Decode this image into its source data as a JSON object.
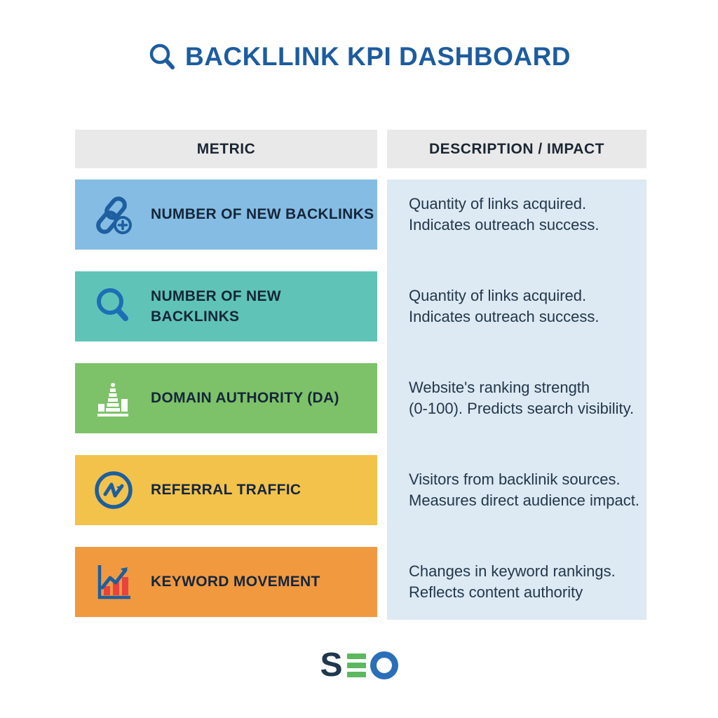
{
  "title": {
    "text": "BACKLLINK KPI DASHBOARD",
    "color": "#1d5c9e"
  },
  "table": {
    "header_bg": "#e9e9e9",
    "description_panel_color": "#dde9f3",
    "headers": {
      "metric": "METRIC",
      "description": "DESCRIPTION / IMPACT"
    },
    "rows": [
      {
        "icon": "link-plus-icon",
        "label": "NUMBER OF NEW BACKLINKS",
        "color": "#85bce3",
        "desc_line1": "Quantity of links acquired.",
        "desc_line2": "Indicates outreach success."
      },
      {
        "icon": "search-icon",
        "label": "NUMBER OF NEW BACKLINKS",
        "color": "#5fc4b7",
        "desc_line1": "Quantity of links acquired.",
        "desc_line2": "Indicates outreach success."
      },
      {
        "icon": "bar-tower-icon",
        "label": "DOMAIN AUTHORITY (DA)",
        "color": "#7dc269",
        "desc_line1": "Website's ranking strength",
        "desc_line2": "(0-100). Predicts search visibility."
      },
      {
        "icon": "activity-icon",
        "label": "REFERRAL TRAFFIC",
        "color": "#f3c24b",
        "desc_line1": "Visitors from backlinik sources.",
        "desc_line2": "Measures direct audience impact."
      },
      {
        "icon": "chart-growth-icon",
        "label": "KEYWORD MOVEMENT",
        "color": "#f1993f",
        "desc_line1": "Changes in keyword rankings.",
        "desc_line2": "Reflects content authority"
      }
    ]
  },
  "logo": {
    "letter_s": "S",
    "letter_o": "O",
    "green": "#5cb860",
    "blue": "#2a6fb8",
    "navy": "#20374e"
  }
}
